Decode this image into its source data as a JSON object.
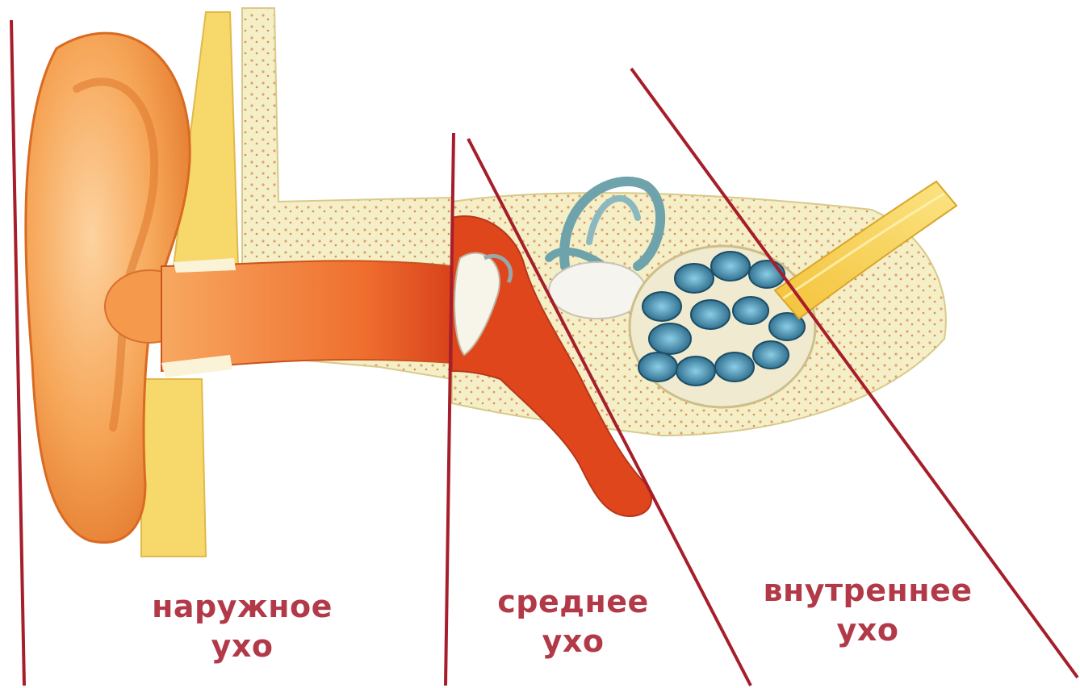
{
  "labels": {
    "outer": {
      "line1": "наружное",
      "line2": "ухо"
    },
    "middle": {
      "line1": "среднее",
      "line2": "ухо"
    },
    "inner": {
      "line1": "внутреннее",
      "line2": "ухо"
    }
  },
  "colors": {
    "divider": "#a61e2a",
    "label": "#b23a48",
    "skin": "#f39a45",
    "bone": "#f2eec4",
    "nerve": "#f5c33b",
    "cochlea": "#3f8fb0"
  }
}
